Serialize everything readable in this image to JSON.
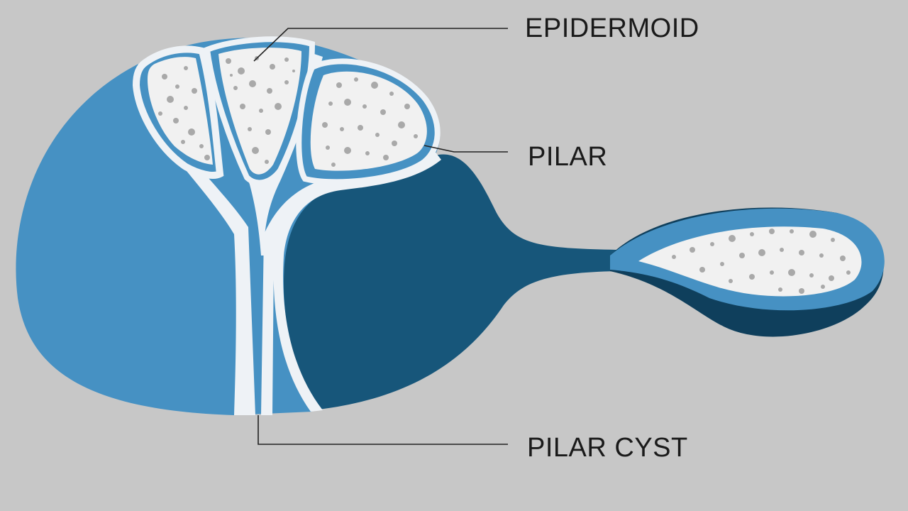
{
  "labels": {
    "epidermoid": "EPIDERMOID",
    "pilar": "PILAR",
    "pilar_cyst": "PILAR CYST"
  },
  "colors": {
    "background": "#c7c7c7",
    "light_blue": "#4691c3",
    "dark_blue": "#17567a",
    "deep_blue": "#0f3f5c",
    "wall": "#eef2f6",
    "filling": "#f1f1f1",
    "speckle": "#a9a9a9",
    "leader_line": "#222222"
  }
}
